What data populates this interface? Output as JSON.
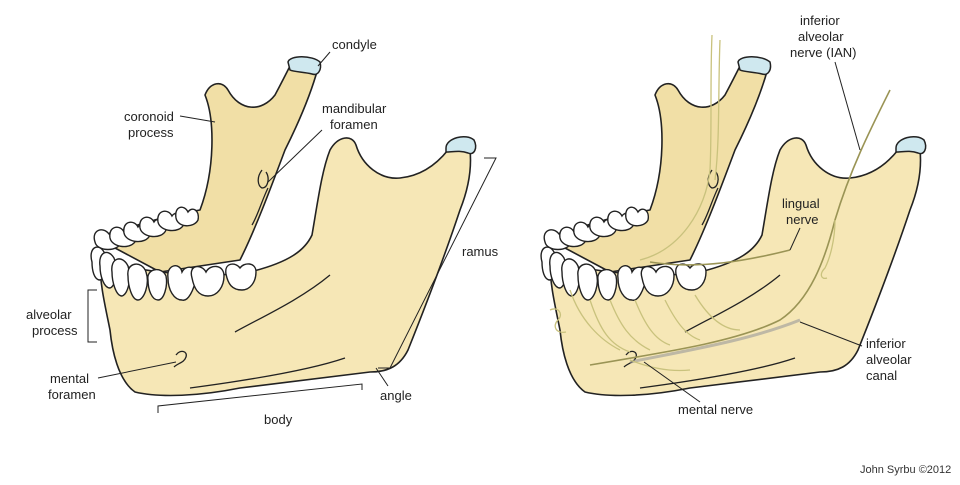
{
  "left_figure": {
    "labels": {
      "condyle": "condyle",
      "coronoid_1": "coronoid",
      "coronoid_2": "process",
      "mandibular_1": "mandibular",
      "mandibular_2": "foramen",
      "ramus": "ramus",
      "alveolar_1": "alveolar",
      "alveolar_2": "process",
      "mental_1": "mental",
      "mental_2": "foramen",
      "body": "body",
      "angle": "angle"
    }
  },
  "right_figure": {
    "labels": {
      "ian_1": "inferior",
      "ian_2": "alveolar",
      "ian_3": "nerve (IAN)",
      "lingual_1": "lingual",
      "lingual_2": "nerve",
      "canal_1": "inferior",
      "canal_2": "alveolar",
      "canal_3": "canal",
      "mental_nerve": "mental nerve"
    }
  },
  "credit": "John Syrbu ©2012",
  "colors": {
    "bone": "#f6e7b6",
    "cartilage": "#cfe8ef",
    "nerve": "#9a9455"
  }
}
